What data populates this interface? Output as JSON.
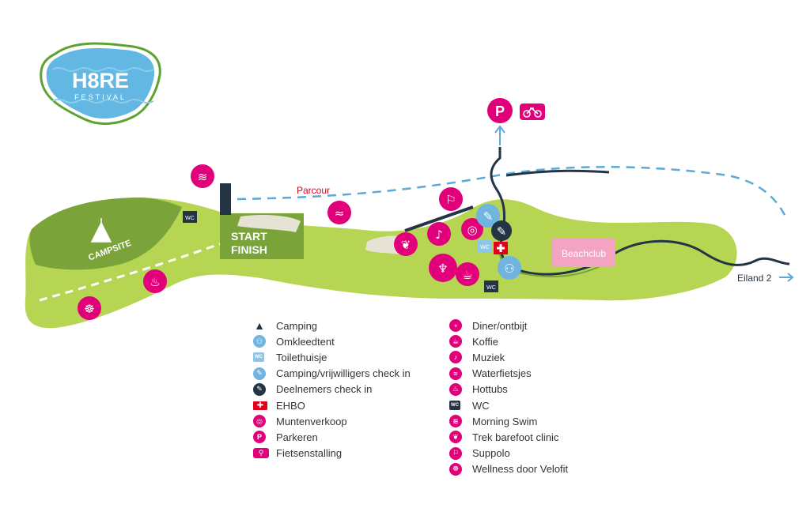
{
  "logo": {
    "name": "H8RE",
    "subtitle": "FESTIVAL"
  },
  "map_labels": {
    "campsite": "CAMPSITE",
    "start": "START",
    "finish": "FINISH",
    "parcour": "Parcour",
    "beachclub": "Beachclub",
    "eiland": "Eiland 2",
    "wc": "WC"
  },
  "colors": {
    "land": "#b6d553",
    "land_dark": "#7aa33a",
    "pink": "#e2007a",
    "blue": "#6fb5df",
    "navy": "#233445",
    "beachclub": "#f4a3c2",
    "sand": "#e6e3d5"
  },
  "legend_left": [
    {
      "icon": "tent-icon",
      "style": "plain",
      "glyph": "▲",
      "label": "Camping"
    },
    {
      "icon": "changing-tent-icon",
      "style": "blue",
      "glyph": "⚇",
      "label": "Omkleedtent"
    },
    {
      "icon": "toilet-icon",
      "style": "bluebox",
      "glyph": "WC",
      "label": "Toilethuisje"
    },
    {
      "icon": "volunteer-checkin-icon",
      "style": "blue",
      "glyph": "✎",
      "label": "Camping/vrijwilligers check in"
    },
    {
      "icon": "participant-checkin-icon",
      "style": "dark",
      "glyph": "✎",
      "label": "Deelnemers check in"
    },
    {
      "icon": "first-aid-icon",
      "style": "red",
      "glyph": "✚",
      "label": "EHBO"
    },
    {
      "icon": "coin-icon",
      "style": "pink",
      "glyph": "◎",
      "label": "Muntenverkoop"
    },
    {
      "icon": "parking-icon",
      "style": "pink",
      "glyph": "P",
      "label": "Parkeren"
    },
    {
      "icon": "bike-parking-icon",
      "style": "pinkbox",
      "glyph": "⚲",
      "label": "Fietsenstalling"
    }
  ],
  "legend_right": [
    {
      "icon": "dining-icon",
      "style": "pink",
      "glyph": "♆",
      "label": "Diner/ontbijt"
    },
    {
      "icon": "coffee-icon",
      "style": "pink",
      "glyph": "☕",
      "label": "Koffie"
    },
    {
      "icon": "music-icon",
      "style": "pink",
      "glyph": "♪",
      "label": "Muziek"
    },
    {
      "icon": "water-bike-icon",
      "style": "pink",
      "glyph": "≈",
      "label": "Waterfietsjes"
    },
    {
      "icon": "hottub-icon",
      "style": "pink",
      "glyph": "♨",
      "label": "Hottubs"
    },
    {
      "icon": "wc-icon",
      "style": "darkbox",
      "glyph": "WC",
      "label": "WC"
    },
    {
      "icon": "swim-icon",
      "style": "pink",
      "glyph": "≋",
      "label": "Morning Swim"
    },
    {
      "icon": "footprint-icon",
      "style": "pink",
      "glyph": "❦",
      "label": "Trek barefoot clinic"
    },
    {
      "icon": "supsurf-icon",
      "style": "pink",
      "glyph": "⚐",
      "label": "Suppolo"
    },
    {
      "icon": "wellness-icon",
      "style": "pink",
      "glyph": "☸",
      "label": "Wellness door Velofit"
    }
  ]
}
